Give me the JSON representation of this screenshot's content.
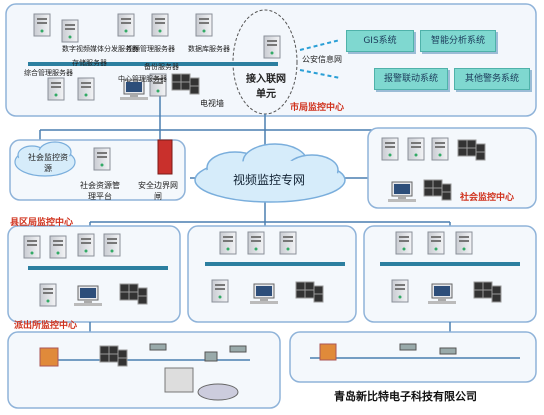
{
  "city_center": {
    "label": "市局监控中心",
    "server_labels": [
      "数字视频媒体分发服务器",
      "存储服务器",
      "视频管理服务器",
      "数据库服务器",
      "综合管理服务器",
      "备份服务器",
      "中心管理服务器"
    ],
    "tv_wall_label": "电视墙",
    "gateway_label": "接入联网单元",
    "police_net": "公安信息网",
    "systems": [
      "GIS系统",
      "智能分析系统",
      "报警联动系统",
      "其他警务系统"
    ]
  },
  "cloud": {
    "label": "视频监控专网"
  },
  "social_platform": {
    "resources_label": "社会监控资源",
    "platform_label": "社会资源管理平台",
    "firewall_label": "安全边界网闸"
  },
  "social_center": {
    "label": "社会监控中心"
  },
  "district_center": {
    "label": "县区局监控中心"
  },
  "station_center": {
    "label": "派出所监控中心"
  },
  "company": "青岛新比特电子科技有限公司"
}
